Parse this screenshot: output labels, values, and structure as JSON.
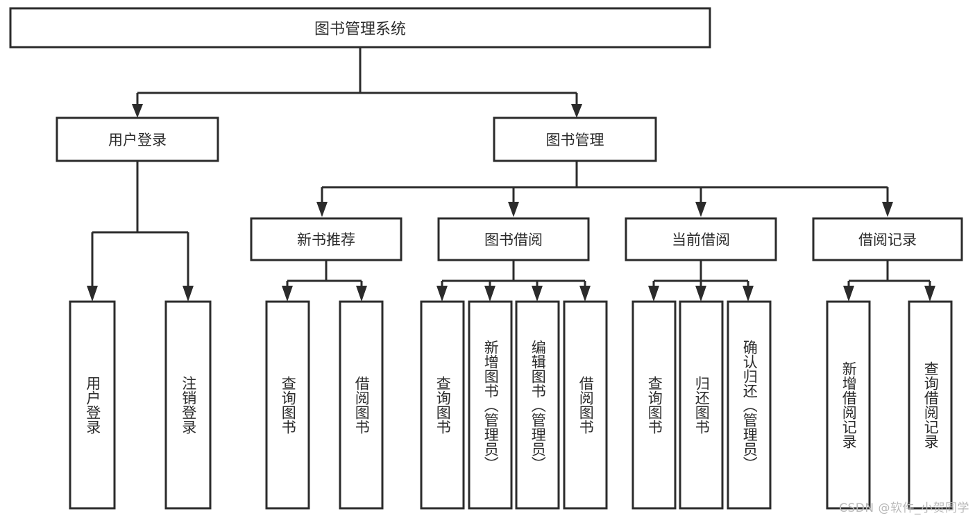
{
  "diagram": {
    "type": "hierarchy-tree",
    "title": "图书管理系统",
    "orientation": "top-down",
    "levels": 4,
    "colors": {
      "box_fill": "#ffffff",
      "box_stroke": "#2b2b2b",
      "connector": "#2b2b2b",
      "text": "#2b2b2b",
      "watermark": "#b9b9b9"
    }
  },
  "root": {
    "label": "图书管理系统"
  },
  "level2": [
    {
      "label": "用户登录"
    },
    {
      "label": "图书管理"
    }
  ],
  "level3": [
    {
      "label": "新书推荐"
    },
    {
      "label": "图书借阅"
    },
    {
      "label": "当前借阅"
    },
    {
      "label": "借阅记录"
    }
  ],
  "leaves": {
    "user_login": [
      {
        "label": "用户登录"
      },
      {
        "label": "注销登录"
      }
    ],
    "new_book_rec": [
      {
        "label": "查询图书"
      },
      {
        "label": "借阅图书"
      }
    ],
    "book_borrow": [
      {
        "label": "查询图书"
      },
      {
        "label": "新增图书（管理员）"
      },
      {
        "label": "编辑图书（管理员）"
      },
      {
        "label": "借阅图书"
      }
    ],
    "current_borrow": [
      {
        "label": "查询图书"
      },
      {
        "label": "归还图书"
      },
      {
        "label": "确认归还（管理员）"
      }
    ],
    "borrow_record": [
      {
        "label": "新增借阅记录"
      },
      {
        "label": "查询借阅记录"
      }
    ]
  },
  "watermark": {
    "text": "CSDN @软件_小贺同学"
  }
}
